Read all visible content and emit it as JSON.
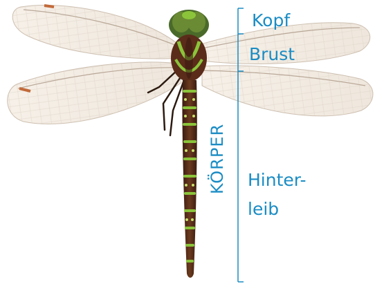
{
  "labels": {
    "head": "Kopf",
    "thorax": "Brust",
    "abdomen_line1": "Hinter-",
    "abdomen_line2": "leib",
    "body": "KÖRPER"
  },
  "colors": {
    "annotation": "#1a8cc4",
    "wing_membrane": "#f3ece4",
    "wing_vein": "#b9a898",
    "wing_tip": "#c26a3a",
    "body_brown": "#5b2c1a",
    "body_green": "#8bc43a",
    "body_dark": "#2c1a10"
  }
}
